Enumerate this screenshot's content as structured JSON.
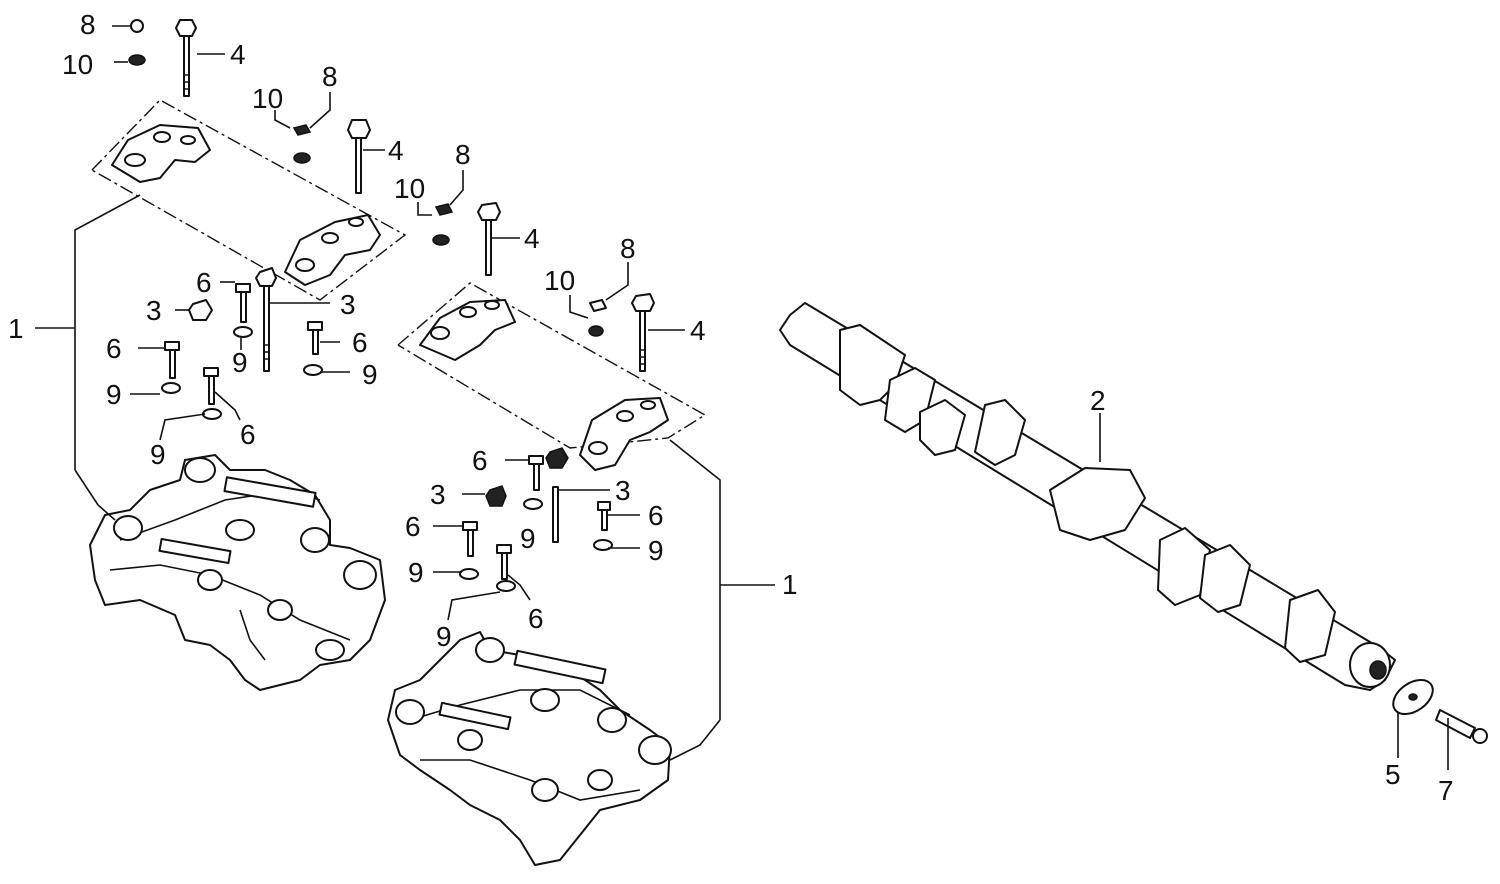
{
  "labels": {
    "l8a": "8",
    "l10a": "10",
    "l4a": "4",
    "l10b": "10",
    "l8b": "8",
    "l4b": "4",
    "l8c": "8",
    "l10c": "10",
    "l4c": "4",
    "l8d": "8",
    "l10d": "10",
    "l4d": "4",
    "l1a": "1",
    "l6a": "6",
    "l3a": "3",
    "l3b": "3",
    "l6b": "6",
    "l6c": "6",
    "l9a": "9",
    "l9b": "9",
    "l9c": "9",
    "l6d": "6",
    "l9d": "9",
    "l2": "2",
    "l6e": "6",
    "l3c": "3",
    "l3d": "3",
    "l6f": "6",
    "l6g": "6",
    "l9e": "9",
    "l9f": "9",
    "l9g": "9",
    "l6h": "6",
    "l9h": "9",
    "l1b": "1",
    "l5": "5",
    "l7": "7"
  },
  "colors": {
    "ink": "#111111",
    "paper": "#ffffff"
  }
}
